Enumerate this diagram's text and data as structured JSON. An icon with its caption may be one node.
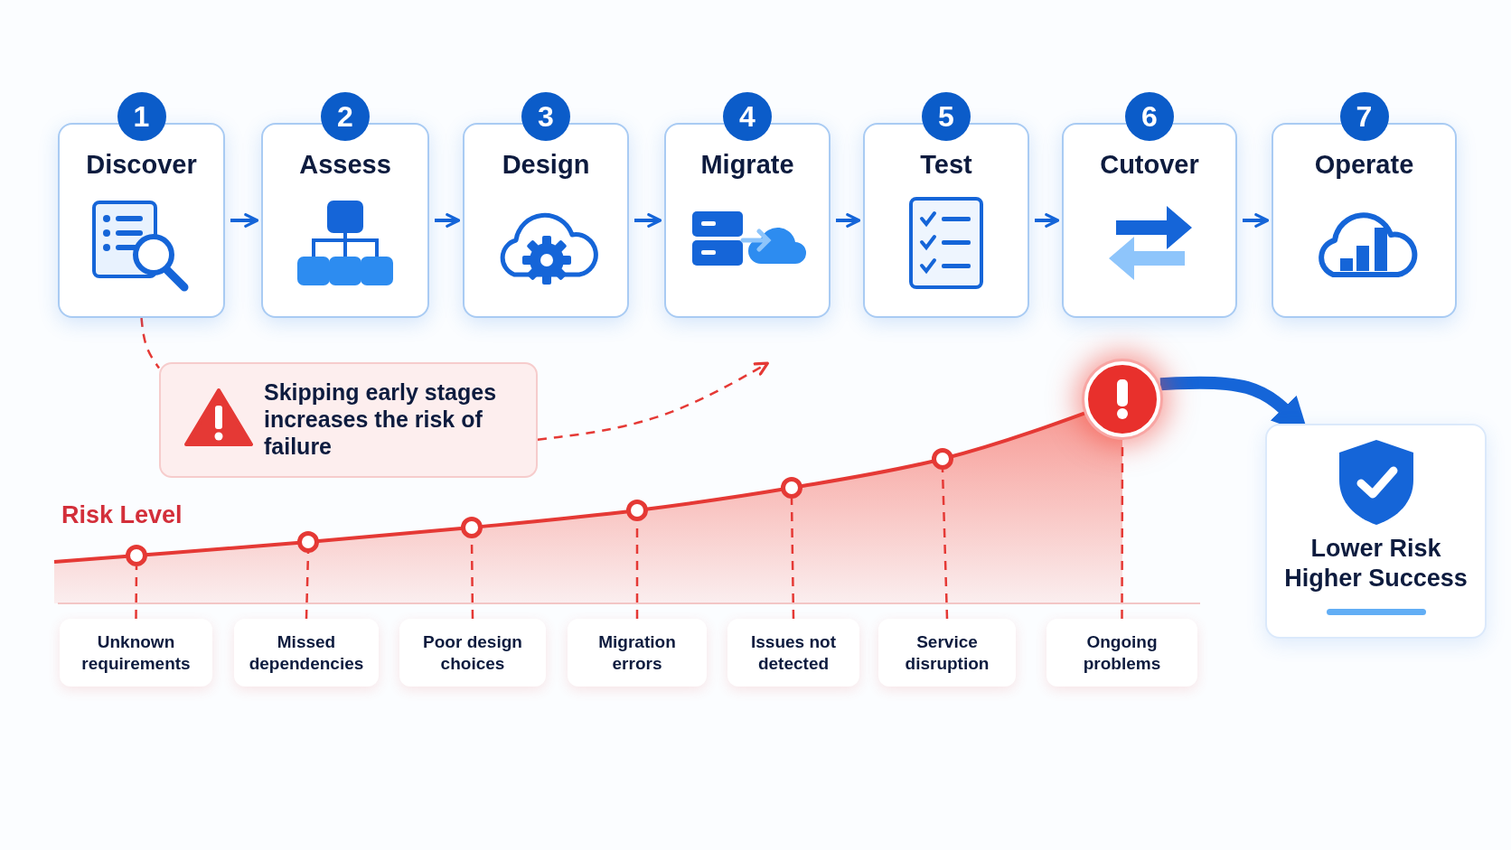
{
  "diagram": {
    "nodes": [
      {
        "text": [
          "1",
          "Discover"
        ]
      },
      {
        "text": [
          "2",
          "Assess"
        ]
      },
      {
        "text": [
          "3",
          "Design"
        ]
      },
      {
        "text": [
          "4",
          "Migrate"
        ]
      },
      {
        "text": [
          "5",
          "Test"
        ]
      },
      {
        "text": [
          "6",
          "Cutover"
        ]
      },
      {
        "text": [
          "7",
          "Operate"
        ]
      },
      {
        "text": [
          "Skipping early stages increases the risk of failure"
        ]
      },
      {
        "text": [
          "Unknown requirements"
        ]
      },
      {
        "text": [
          "Missed dependencies"
        ]
      },
      {
        "text": [
          "Poor design choices"
        ]
      },
      {
        "text": [
          "Migration errors"
        ]
      },
      {
        "text": [
          "Issues not detected"
        ]
      },
      {
        "text": [
          "Service disruption"
        ]
      },
      {
        "text": [
          "Ongoing problems"
        ]
      },
      {
        "text": [],
        "shape": "circle"
      },
      {
        "text": [],
        "shape": "circle"
      },
      {
        "text": [],
        "shape": "circle"
      },
      {
        "text": [],
        "shape": "circle"
      },
      {
        "text": [],
        "shape": "circle"
      },
      {
        "text": [],
        "shape": "circle"
      },
      {
        "text": [],
        "shape": "circle"
      },
      {
        "text": [
          "Lower Risk Higher Success"
        ]
      }
    ],
    "edges": [
      {
        "from": 0,
        "to": 1,
        "arrow": "to",
        "color": "#1565d8"
      },
      {
        "from": 1,
        "to": 2,
        "arrow": "to",
        "color": "#1565d8"
      },
      {
        "from": 2,
        "to": 3,
        "arrow": "to",
        "color": "#1565d8"
      },
      {
        "from": 3,
        "to": 4,
        "arrow": "to",
        "color": "#1565d8"
      },
      {
        "from": 4,
        "to": 5,
        "arrow": "to",
        "color": "#1565d8"
      },
      {
        "from": 5,
        "to": 6,
        "arrow": "to",
        "color": "#1565d8"
      },
      {
        "from": 0,
        "to": 7,
        "arrow": "none",
        "style": "dashed"
      },
      {
        "from": 7,
        "to": null,
        "arrow": "to",
        "style": "dashed"
      },
      {
        "from": 8,
        "to": 15,
        "arrow": "none",
        "style": "dashed"
      },
      {
        "from": 9,
        "to": 16,
        "arrow": "none",
        "style": "dashed"
      },
      {
        "from": 10,
        "to": 17,
        "arrow": "none",
        "style": "dashed"
      },
      {
        "from": 11,
        "to": 18,
        "arrow": "none",
        "style": "dashed"
      },
      {
        "from": 12,
        "to": 19,
        "arrow": "none",
        "style": "dashed"
      },
      {
        "from": 13,
        "to": 20,
        "arrow": "none",
        "style": "dashed"
      },
      {
        "from": 14,
        "to": 21,
        "arrow": "none",
        "style": "dashed"
      },
      {
        "from": 21,
        "to": 22,
        "arrow": "to",
        "style": "thick",
        "color": "#1565d8"
      }
    ],
    "labels": [
      "Risk Level"
    ]
  }
}
